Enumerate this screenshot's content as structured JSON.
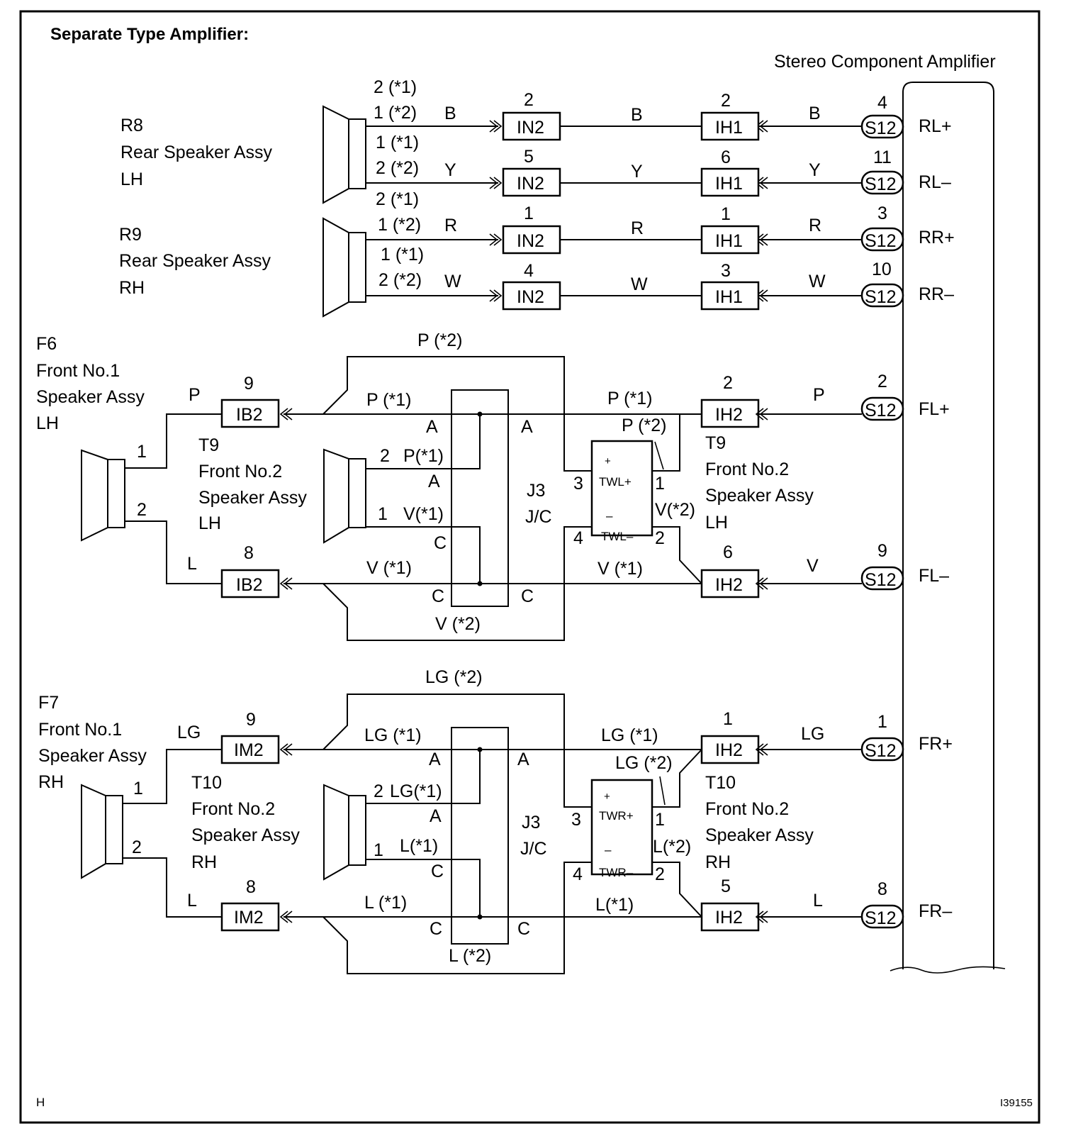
{
  "title": "Separate Type Amplifier:",
  "amplifier": {
    "label": "Stereo Component Amplifier",
    "connector": "S12"
  },
  "footer": {
    "left": "H",
    "right": "I39155"
  },
  "wire_colors": {
    "B": "B",
    "Y": "Y",
    "R": "R",
    "W": "W",
    "P": "P",
    "V": "V",
    "L": "L",
    "LG": "LG",
    "P1": "P (*1)",
    "P2": "P (*2)",
    "V1": "V (*1)",
    "V2": "V (*2)",
    "LG1": "LG (*1)",
    "LG2": "LG (*2)",
    "L1": "L (*1)",
    "L2": "L (*2)",
    "P1n": "P(*1)",
    "V1n": "V(*1)",
    "LG1n": "LG(*1)",
    "L1n": "L(*1)",
    "V2n": "V(*2)",
    "L2n": "L(*2)"
  },
  "speakers": {
    "r8": {
      "code": "R8",
      "name1": "Rear  Speaker  Assy",
      "name2": "LH"
    },
    "r9": {
      "code": "R9",
      "name1": "Rear  Speaker  Assy",
      "name2": "RH"
    },
    "f6": {
      "code": "F6",
      "name1": "Front No.1",
      "name2": "Speaker Assy",
      "name3": "LH"
    },
    "f7": {
      "code": "F7",
      "name1": "Front No.1",
      "name2": "Speaker Assy",
      "name3": "RH"
    },
    "t9": {
      "code": "T9",
      "name1": "Front No.2",
      "name2": "Speaker Assy",
      "name3": "LH"
    },
    "t10": {
      "code": "T10",
      "name1": "Front No.2",
      "name2": "Speaker Assy",
      "name3": "RH"
    }
  },
  "pin_labels": {
    "p2s1": "2 (*1)",
    "p1s2": "1 (*2)",
    "p1s1": "1 (*1)",
    "p2s2": "2 (*2)",
    "p2s1b": "2 (*1)",
    "p1s2b": "1 (*2)",
    "p1s1b": "1 (*1)",
    "p2s2b": "2 (*2)"
  },
  "connectors": {
    "in2": "IN2",
    "ih1": "IH1",
    "ih2": "IH2",
    "ib2": "IB2",
    "im2": "IM2"
  },
  "outputs": [
    "RL+",
    "RL–",
    "RR+",
    "RR–",
    "FL+",
    "FL–",
    "FR+",
    "FR–"
  ],
  "pins": {
    "in2": [
      "2",
      "5",
      "1",
      "4"
    ],
    "ih1": [
      "2",
      "6",
      "1",
      "3"
    ],
    "s12": [
      "4",
      "11",
      "3",
      "10",
      "2",
      "9",
      "1",
      "8"
    ],
    "ih2": [
      "2",
      "6",
      "1",
      "5"
    ],
    "ib2": [
      "9",
      "8"
    ],
    "im2": [
      "9",
      "8"
    ],
    "one": "1",
    "two": "2",
    "three": "3",
    "four": "4"
  },
  "jc": {
    "name": "J3",
    "sub": "J/C",
    "a": "A",
    "c": "C"
  },
  "tweeter": {
    "left": {
      "plus": "TWL+",
      "minus": "TWL–"
    },
    "right": {
      "plus": "TWR+",
      "minus": "TWR–"
    },
    "plus_sign": "+",
    "minus_sign": "–"
  }
}
